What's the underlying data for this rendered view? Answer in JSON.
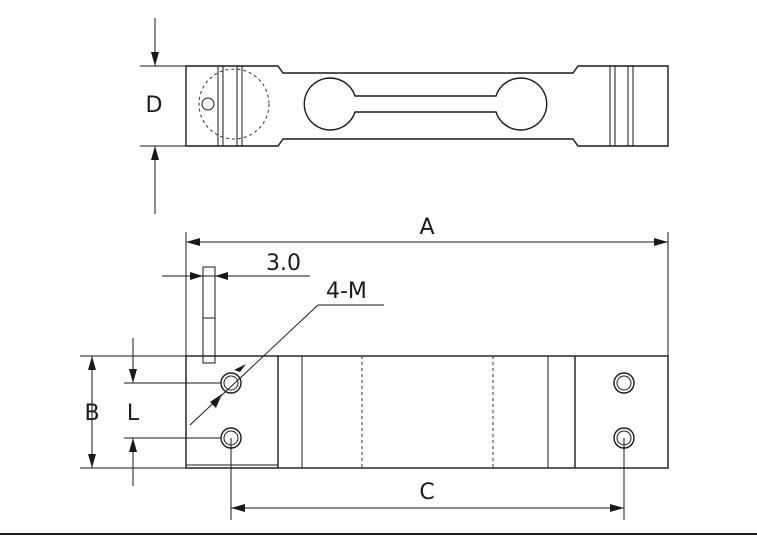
{
  "labels": {
    "d": "D",
    "a": "A",
    "thickness": "3.0",
    "thread": "4-M",
    "b": "B",
    "l": "L",
    "c": "C"
  }
}
